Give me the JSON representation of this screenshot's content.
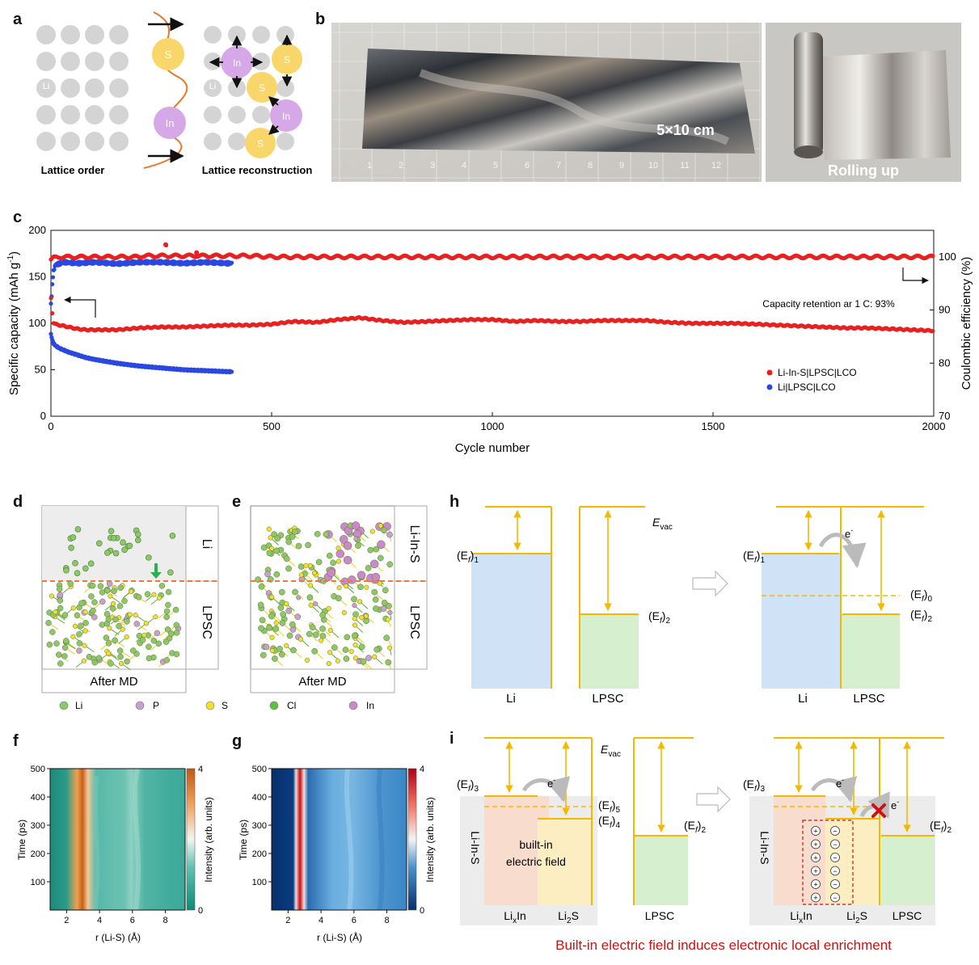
{
  "panel_letters": {
    "a": "a",
    "b": "b",
    "c": "c",
    "d": "d",
    "e": "e",
    "f": "f",
    "g": "g",
    "h": "h",
    "i": "i"
  },
  "panel_a": {
    "atom_li": "Li",
    "atom_s": "S",
    "atom_in": "In",
    "caption_left": "Lattice order",
    "caption_right": "Lattice reconstruction"
  },
  "panel_b": {
    "photo_label_left": "5×10 cm",
    "photo_label_right": "Rolling up",
    "ruler_numbers": [
      "1",
      "2",
      "3",
      "4",
      "5",
      "6",
      "7",
      "8",
      "9",
      "10",
      "11",
      "12"
    ]
  },
  "colors": {
    "li_in_s": "#e8201f",
    "li_only": "#2a48e0",
    "yellow_line": "#f5b800",
    "blue_fill": "#cfe2f6",
    "green_fill": "#d6f0cf",
    "orange_fill": "#f8dccd",
    "yellow_fill": "#fdeec2",
    "red_text": "#cc1111",
    "li_atom": "#8cc86a",
    "s_atom": "#f0e030",
    "in_atom": "#c88ac8",
    "p_atom": "#c8a0d0"
  },
  "chart_data": [
    {
      "type": "scatter",
      "panel": "c",
      "xlabel": "Cycle number",
      "ylabel": "Specific capacity (mAh g",
      "ylabel_sup": "-1",
      "ylabel_close": ")",
      "y2label": "Coulombic efficiency (%)",
      "xlim": [
        0,
        2000
      ],
      "ylim": [
        0,
        200
      ],
      "y2lim": [
        70,
        105
      ],
      "x_ticks": [
        "0",
        "500",
        "1000",
        "1500",
        "2000"
      ],
      "y_ticks": [
        "0",
        "50",
        "100",
        "150",
        "200"
      ],
      "y2_ticks": [
        "70",
        "80",
        "90",
        "100"
      ],
      "annotation": "Capacity retention ar 1 C: 93%",
      "legend_position": "lower-right",
      "series": [
        {
          "name": "Li-In-S|LPSC|LCO",
          "color": "#e8201f",
          "capacity": {
            "x": [
              0,
              5,
              10,
              20,
              40,
              60,
              80,
              100,
              150,
              200,
              250,
              300,
              350,
              400,
              450,
              500,
              550,
              600,
              650,
              700,
              750,
              800,
              850,
              900,
              950,
              1000,
              1050,
              1100,
              1150,
              1200,
              1250,
              1300,
              1350,
              1400,
              1450,
              1500,
              1550,
              1600,
              1650,
              1700,
              1750,
              1800,
              1850,
              1900,
              1950,
              2000
            ],
            "y": [
              127,
              101,
              99,
              98,
              96,
              94,
              93,
              93,
              93,
              95,
              96,
              96,
              97,
              98,
              98,
              99,
              102,
              101,
              104,
              106,
              103,
              101,
              102,
              103,
              104,
              104,
              102,
              103,
              102,
              102,
              103,
              103,
              103,
              101,
              100,
              100,
              100,
              99,
              98,
              97,
              96,
              95,
              95,
              94,
              93,
              92
            ]
          },
          "efficiency": {
            "x": [
              0,
              5,
              20,
              100,
              200,
              260,
              300,
              330,
              500,
              800,
              1000,
              1200,
              1500,
              1800,
              2000
            ],
            "y": [
              99.5,
              99.8,
              100,
              100,
              100,
              102.3,
              100.2,
              100.8,
              100,
              100,
              100,
              100,
              100,
              100,
              100
            ]
          }
        },
        {
          "name": "Li|LPSC|LCO",
          "color": "#2a48e0",
          "capacity": {
            "x": [
              0,
              5,
              10,
              20,
              40,
              60,
              80,
              100,
              150,
              200,
              250,
              300,
              350,
              400,
              410
            ],
            "y": [
              88,
              79,
              76,
              73,
              69,
              66,
              63,
              61,
              57,
              54,
              52,
              50,
              49,
              48,
              48
            ]
          },
          "efficiency": {
            "x": [
              0,
              5,
              10,
              30,
              60,
              100,
              150,
              200,
              250,
              300,
              350,
              400,
              410
            ],
            "y": [
              91,
              97,
              98.5,
              99,
              98.8,
              99,
              98.7,
              99,
              99,
              98.8,
              99,
              98.8,
              98.8
            ]
          }
        }
      ]
    },
    {
      "type": "heatmap",
      "panel": "f",
      "xlabel": "r (Li-S) (Å)",
      "ylabel": "Time (ps)",
      "colorbar_label": "Intensity (arb. units)",
      "x_ticks": [
        "2",
        "4",
        "6",
        "8"
      ],
      "y_ticks": [
        "100",
        "200",
        "300",
        "400",
        "500"
      ],
      "cbar_ticks": [
        "0",
        "4"
      ],
      "xlim": [
        1,
        9.2
      ],
      "ylim": [
        0,
        500
      ],
      "peak_r": 2.45
    },
    {
      "type": "heatmap",
      "panel": "g",
      "xlabel": "r (Li-S) (Å)",
      "ylabel": "Time (ps)",
      "colorbar_label": "Intensity (arb. units)",
      "x_ticks": [
        "2",
        "4",
        "6",
        "8"
      ],
      "y_ticks": [
        "100",
        "200",
        "300",
        "400",
        "500"
      ],
      "cbar_ticks": [
        "0",
        "4"
      ],
      "xlim": [
        1,
        9.2
      ],
      "ylim": [
        0,
        500
      ],
      "peak_r": 2.45
    }
  ],
  "panel_d": {
    "side_top": "Li",
    "side_bottom": "LPSC",
    "caption": "After MD"
  },
  "panel_e": {
    "side_top": "Li-In-S",
    "side_bottom": "LPSC",
    "caption": "After MD"
  },
  "legend_de": [
    {
      "label": "Li",
      "color": "#8cc86a"
    },
    {
      "label": "P",
      "color": "#c8a0d0"
    },
    {
      "label": "S",
      "color": "#f0e030"
    },
    {
      "label": "Cl",
      "color": "#5cc040"
    },
    {
      "label": "In",
      "color": "#c88ac8"
    }
  ],
  "panel_h": {
    "evac": "E",
    "evac_sub": "vac",
    "ef1": "(E",
    "ef1_sub": "f",
    "ef1_close": ")",
    "ef1_idx": "1",
    "ef2_idx": "2",
    "ef0_idx": "0",
    "electron": "e",
    "electron_sup": "-",
    "label_li": "Li",
    "label_lpsc": "LPSC"
  },
  "panel_i": {
    "ef3_idx": "3",
    "ef4_idx": "4",
    "ef5_idx": "5",
    "ef2_idx": "2",
    "side_label": "Li-In-S",
    "field_line1": "built-in",
    "field_line2": "electric field",
    "label_lixin": "Li",
    "label_lixin_sub": "x",
    "label_lixin_tail": "In",
    "label_li2s": "Li",
    "label_li2s_sub": "2",
    "label_li2s_tail": "S",
    "label_lpsc": "LPSC",
    "plus": "+",
    "minus": "−",
    "caption": "Built-in electric field induces electronic local enrichment"
  }
}
